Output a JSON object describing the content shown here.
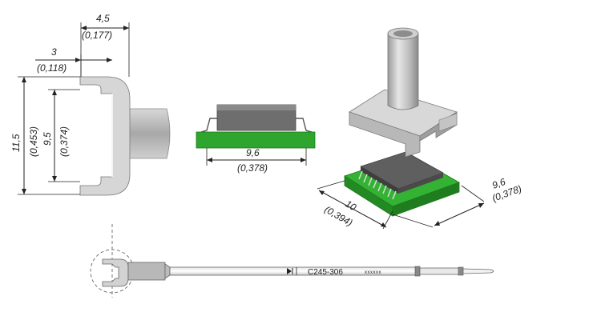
{
  "dimensions": {
    "top_width": {
      "mm": "4,5",
      "inch": "(0,177)"
    },
    "inner_width": {
      "mm": "3",
      "inch": "(0,118)"
    },
    "outer_height": {
      "mm": "11,5",
      "inch": "(0,453)"
    },
    "inner_height": {
      "mm": "9,5",
      "inch": "(0,374)"
    },
    "chip_width": {
      "mm": "9,6",
      "inch": "(0,378)"
    },
    "iso_length": {
      "mm": "10",
      "inch": "(0,394)"
    },
    "iso_width": {
      "mm": "9,6",
      "inch": "(0,378)"
    }
  },
  "tip": {
    "model": "C245-306",
    "marking": "xxxxxx"
  },
  "colors": {
    "pcb_green": "#2ea52e",
    "chip_gray": "#6e6e6e",
    "metal_light": "#dcdcdc",
    "metal_mid": "#b4b4b4",
    "line": "#222222"
  }
}
